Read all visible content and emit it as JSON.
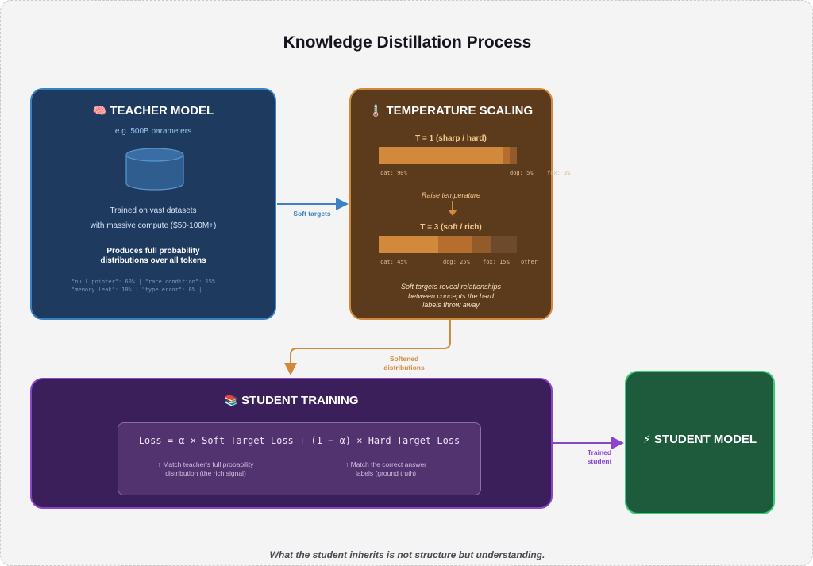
{
  "title": "Knowledge Distillation Process",
  "teacher": {
    "icon": "brain-icon",
    "icon_glyph": "🧠",
    "title": "TEACHER MODEL",
    "subtitle": "e.g. 500B parameters",
    "database_icon": "database-cylinder-icon",
    "trained_line1": "Trained on vast datasets",
    "trained_line2": "with massive compute ($50-100M+)",
    "produces_line1": "Produces full probability",
    "produces_line2": "distributions over all tokens",
    "example_line1": "\"null pointer\": 60% | \"race condition\": 15%",
    "example_line2": "\"memory leak\": 10% | \"type error\": 8% | ..."
  },
  "temperature": {
    "icon": "thermometer-icon",
    "icon_glyph": "🌡️",
    "title": "TEMPERATURE SCALING",
    "t1": {
      "label": "T = 1 (sharp / hard)",
      "segments": [
        {
          "label": "cat: 90%",
          "value": 90,
          "color": "#d18a3c"
        },
        {
          "label": "dog: 5%",
          "value": 5,
          "color": "#b56e2e"
        },
        {
          "label": "fox: 3%",
          "value": 5,
          "color": "#935a2a"
        }
      ]
    },
    "raise_label": "Raise temperature",
    "t3": {
      "label": "T = 3 (soft / rich)",
      "segments": [
        {
          "label": "cat: 45%",
          "value": 43,
          "color": "#d18a3c"
        },
        {
          "label": "dog: 25%",
          "value": 24,
          "color": "#b56e2e"
        },
        {
          "label": "fox: 15%",
          "value": 14,
          "color": "#935a2a"
        },
        {
          "label": "other",
          "value": 19,
          "color": "#6e4a2c"
        }
      ]
    },
    "note_line1": "Soft targets reveal relationships",
    "note_line2": "between concepts the hard",
    "note_line3": "labels throw away"
  },
  "connectors": {
    "teacher_to_temp": "Soft targets",
    "temp_to_student_line1": "Softened",
    "temp_to_student_line2": "distributions",
    "student_to_model_line1": "Trained",
    "student_to_model_line2": "student"
  },
  "student_training": {
    "icon": "books-icon",
    "icon_glyph": "📚",
    "title": "STUDENT TRAINING",
    "formula": "Loss = α × Soft Target Loss + (1 − α) × Hard Target Loss",
    "note_left_line1": "↑ Match teacher's full probability",
    "note_left_line2": "distribution (the rich signal)",
    "note_right_line1": "↑ Match the correct answer",
    "note_right_line2": "labels (ground truth)"
  },
  "student_model": {
    "icon": "lightning-icon",
    "icon_glyph": "⚡",
    "title": "STUDENT MODEL"
  },
  "footer": "What the student inherits is not structure but understanding.",
  "colors": {
    "teacher_fill": "#1e3a5f",
    "teacher_border": "#3b82c4",
    "temperature_fill": "#5b3b1c",
    "temperature_border": "#d18a3c",
    "student_training_fill": "#3b1f5a",
    "student_training_border": "#8a45c9",
    "student_model_fill": "#1e5a3c",
    "student_model_border": "#3dc97a"
  }
}
